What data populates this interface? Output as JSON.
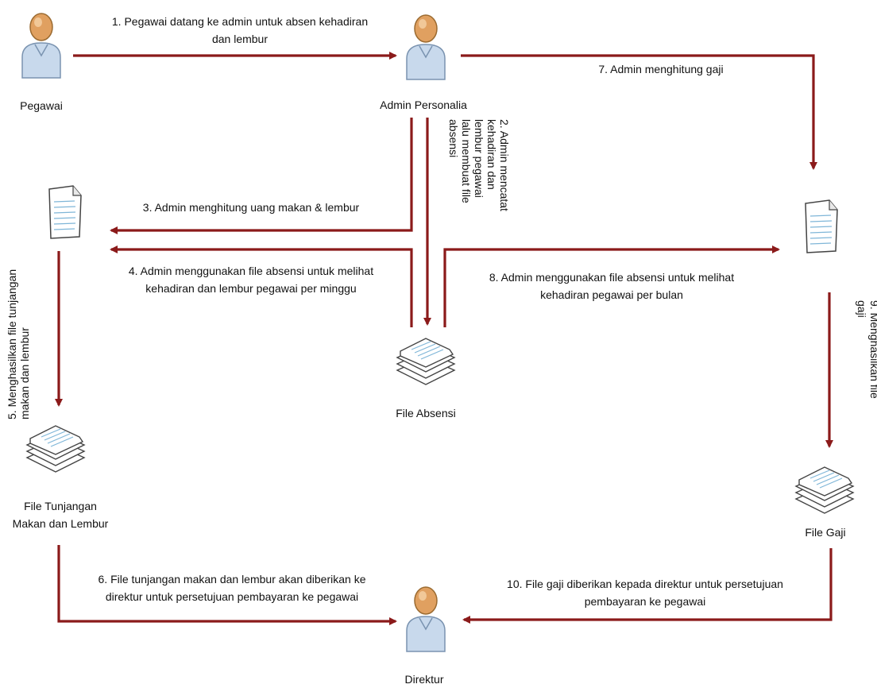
{
  "colors": {
    "arrow": "#8b1a1a",
    "person_head": "#e0a060",
    "person_body": "#c8d9ec",
    "doc_stroke": "#444444",
    "doc_lines": "#7fb6d8"
  },
  "actors": {
    "pegawai": "Pegawai",
    "admin": "Admin Personalia",
    "direktur": "Direktur"
  },
  "documents": {
    "file_absensi": "File Absensi",
    "file_tunjangan": [
      "File Tunjangan",
      "Makan dan Lembur"
    ],
    "file_gaji": "File Gaji"
  },
  "steps": {
    "s1": [
      "1. Pegawai datang ke admin untuk absen kehadiran",
      "dan lembur"
    ],
    "s2": [
      "2. Admin mencatat",
      "kehadiran dan",
      "lembur pegawai",
      "lalu membuat file",
      "absensi"
    ],
    "s3": [
      "3. Admin menghitung uang makan & lembur"
    ],
    "s4": [
      "4. Admin menggunakan file absensi untuk melihat",
      "kehadiran dan lembur pegawai per minggu"
    ],
    "s5": [
      "5. Menghasilkan file tunjangan",
      "makan dan lembur"
    ],
    "s6": [
      "6. File tunjangan makan dan lembur akan diberikan ke",
      "direktur untuk persetujuan pembayaran ke pegawai"
    ],
    "s7": [
      "7. Admin menghitung gaji"
    ],
    "s8": [
      "8. Admin menggunakan file absensi untuk melihat",
      "kehadiran pegawai per bulan"
    ],
    "s9": [
      "9. Menghasilkan file",
      "gaji"
    ],
    "s10": [
      "10. File gaji diberikan kepada direktur untuk persetujuan",
      "pembayaran ke pegawai"
    ]
  }
}
